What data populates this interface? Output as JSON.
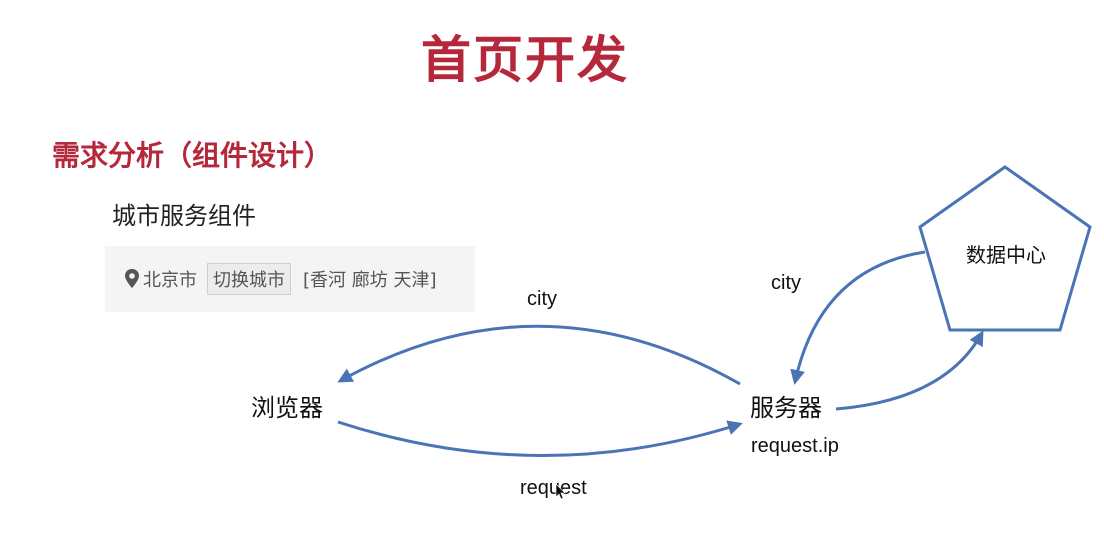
{
  "title": "首页开发",
  "section_heading": "需求分析（组件设计）",
  "component": {
    "label": "城市服务组件",
    "current_city": "北京市",
    "switch_button": "切换城市",
    "nearby_cities": "[香河 廊坊 天津]",
    "pin_icon": "location-pin-icon"
  },
  "diagram": {
    "nodes": {
      "browser": "浏览器",
      "server": "服务器",
      "data_center": "数据中心"
    },
    "edges": {
      "server_to_browser": "city",
      "browser_to_server": "request",
      "datacenter_to_server": "city",
      "server_note": "request.ip"
    }
  },
  "colors": {
    "title": "#b5283c",
    "arrow": "#4a74b4",
    "pentagon_stroke": "#4a74b4"
  }
}
